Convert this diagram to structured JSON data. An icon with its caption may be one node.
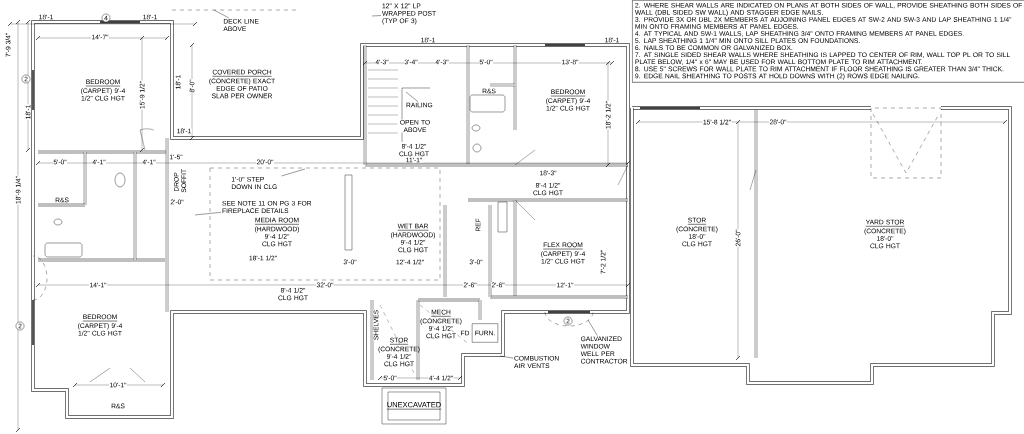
{
  "diagram": {
    "nodes": [
      {
        "text": [
          "BEDROOM",
          "(CARPET) 9'-4 1/2\" CLG HGT"
        ]
      },
      {
        "text": [
          "COVERED PORCH",
          "(CONCRETE) EXACT EDGE OF PATIO SLAB PER OWNER"
        ]
      },
      {
        "text": [
          "BEDROOM",
          "(CARPET) 9'-4 1/2\" CLG HGT"
        ]
      },
      {
        "text": [
          "MEDIA ROOM",
          "(HARDWOOD) 9'-4 1/2\" CLG HGT"
        ]
      },
      {
        "text": [
          "WET BAR",
          "(HARDWOOD) 9'-4 1/2\" CLG HGT"
        ]
      },
      {
        "text": [
          "FLEX ROOM",
          "(CARPET) 9'-4 1/2\" CLG HGT"
        ]
      },
      {
        "text": [
          "BEDROOM",
          "(CARPET) 9'-4 1/2\" CLG HGT"
        ]
      },
      {
        "text": [
          "STOR",
          "(CONCRETE) 9'-4 1/2\" CLG HGT"
        ]
      },
      {
        "text": [
          "MECH",
          "(CONCRETE) 9'-4 1/2\" CLG HGT"
        ]
      },
      {
        "text": [
          "FURN."
        ]
      },
      {
        "text": [
          "UNEXCAVATED"
        ]
      },
      {
        "text": [
          "STOR",
          "(CONCRETE) 18'-0\" CLG HGT"
        ]
      },
      {
        "text": [
          "YARD STOR",
          "(CONCRETE) 18'-0\" CLG HGT"
        ]
      },
      {
        "text": [
          "2. WHERE SHEAR WALLS ARE INDICATED ON PLANS AT BOTH SIDES OF WALL, PROVIDE SHEATHING BOTH SIDES OF WALL (DBL SIDED SW WALL) AND STAGGER EDGE NAILS.",
          "3. PROVIDE 3X OR DBL 2X MEMBERS AT ADJOINING PANEL EDGES AT SW-2 AND SW-3 AND LAP SHEATHING 1 1/4\" MIN ONTO FRAMING MEMBERS AT PANEL EDGES.",
          "4. AT TYPICAL AND SW-1 WALLS, LAP SHEATHING 3/4\" ONTO FRAMING MEMBERS AT PANEL EDGES.",
          "5. LAP SHEATHING 1 1/4\" MIN ONTO SILL PLATES ON FOUNDATIONS.",
          "6. NAILS TO BE COMMON OR GALVANIZED BOX.",
          "7. AT SINGLE SIDED SHEAR WALLS WHERE SHEATHING IS LAPPED TO CENTER OF RIM, WALL TOP PL OR TO SILL PLATE BELOW, 1/4\" x 6\" MAY BE USED FOR WALL BOTTOM PLATE TO RIM ATTACHMENT.",
          "8. USE 5\" SCREWS FOR WALL PLATE TO RIM ATTACHMENT IF FLOOR SHEATHING IS GREATER THAN 3/4\" THICK.",
          "9. EDGE NAIL SHEATHING TO POSTS AT HOLD DOWNS WITH (2) ROWS EDGE NAILING."
        ]
      },
      {
        "text": [
          "DECK LINE ABOVE"
        ]
      },
      {
        "text": [
          "12\" X 12\" LP WRAPPED POST (TYP OF 3)"
        ]
      },
      {
        "text": [
          "1'-0\" STEP DOWN IN CLG"
        ]
      },
      {
        "text": [
          "SEE NOTE 11 ON PG 3 FOR FIREPLACE DETAILS"
        ]
      },
      {
        "text": [
          "RAILING"
        ]
      },
      {
        "text": [
          "COMBUSTION AIR VENTS"
        ]
      },
      {
        "text": [
          "GALVANIZED WINDOW WELL PER CONTRACTOR"
        ]
      }
    ],
    "edges": [
      {
        "from": 14,
        "to": null,
        "arrow": "none"
      },
      {
        "from": 15,
        "to": null,
        "arrow": "none"
      },
      {
        "from": 16,
        "to": null,
        "arrow": "none"
      },
      {
        "from": 17,
        "to": null,
        "arrow": "none"
      },
      {
        "from": 18,
        "to": null,
        "arrow": "none"
      },
      {
        "from": 19,
        "to": null,
        "arrow": "none"
      },
      {
        "from": 20,
        "to": null,
        "arrow": "none"
      }
    ],
    "labels": [
      "18'-1",
      "18'-1",
      "14'-7\"",
      "7'-9 3/4\"",
      "18'-1",
      "18'-1",
      "15'-9 1/2\"",
      "8'-0\"",
      "18'-1",
      "5'-0\"",
      "4'-1\"",
      "4'-1\"",
      "1'-5\"",
      "20'-0\"",
      "DROP SOFFIT",
      "2'-0\"",
      "18'-9 1/4\"",
      "18'-1",
      "18'-1",
      "4'-3\"",
      "3'-4\"",
      "4'-3\"",
      "5'-0\"",
      "13'-8\"",
      "18'-2 1/2\"",
      "OPEN TO ABOVE",
      "8'-4 1/2\" CLG HGT",
      "11'-1\"",
      "18'-3\"",
      "8'-4 1/2\" CLG HGT",
      "15'-8 1/2\"",
      "28'-0\"",
      "26'-0\"",
      "14'-1\"",
      "18'-1 1/2\"",
      "32'-0\"",
      "8'-4 1/2\" CLG HGT",
      "3'-0\"",
      "12'-4 1/2\"",
      "3'-0\"",
      "2'-6\"",
      "2'-6\"",
      "12'-1\"",
      "7'-2 1/2\"",
      "SHELVES",
      "5'-0\"",
      "4'-4 1/2\"",
      "10'-1\"",
      "R&S",
      "R&S",
      "R&S",
      "REF",
      "FD",
      "4",
      "2",
      "2",
      "2"
    ]
  }
}
